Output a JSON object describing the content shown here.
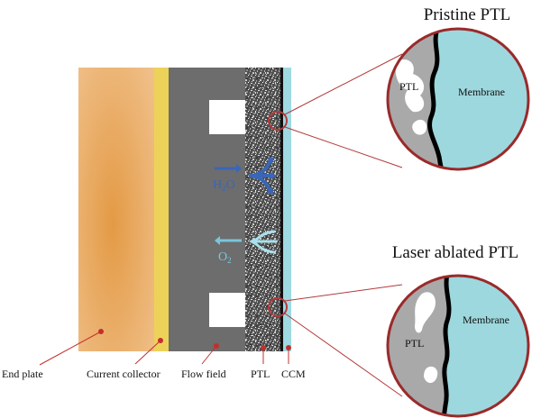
{
  "diagram": {
    "callouts": {
      "pristine": {
        "title": "Pristine PTL",
        "ptl_label": "PTL",
        "membrane_label": "Membrane"
      },
      "laser": {
        "title": "Laser ablated PTL",
        "ptl_label": "PTL",
        "membrane_label": "Membrane"
      }
    },
    "flows": {
      "water": {
        "base": "H",
        "sub": "2",
        "tail": "O",
        "color": "#3a66b8"
      },
      "oxygen": {
        "base": "O",
        "sub": "2",
        "color": "#78c6dc"
      }
    },
    "layers": [
      {
        "name": "End plate",
        "color": "#e8a14a"
      },
      {
        "name": "Current collector",
        "color": "#edd25a"
      },
      {
        "name": "Flow field",
        "color": "#6d6d6d"
      },
      {
        "name": "PTL",
        "color": "#5b5b5b"
      },
      {
        "name": "CCM",
        "color": "#9fd9e2"
      }
    ],
    "colors": {
      "leader": "#b33a3a",
      "membrane": "#9dd8de",
      "ptl_gray": "#a9a9a9"
    }
  }
}
